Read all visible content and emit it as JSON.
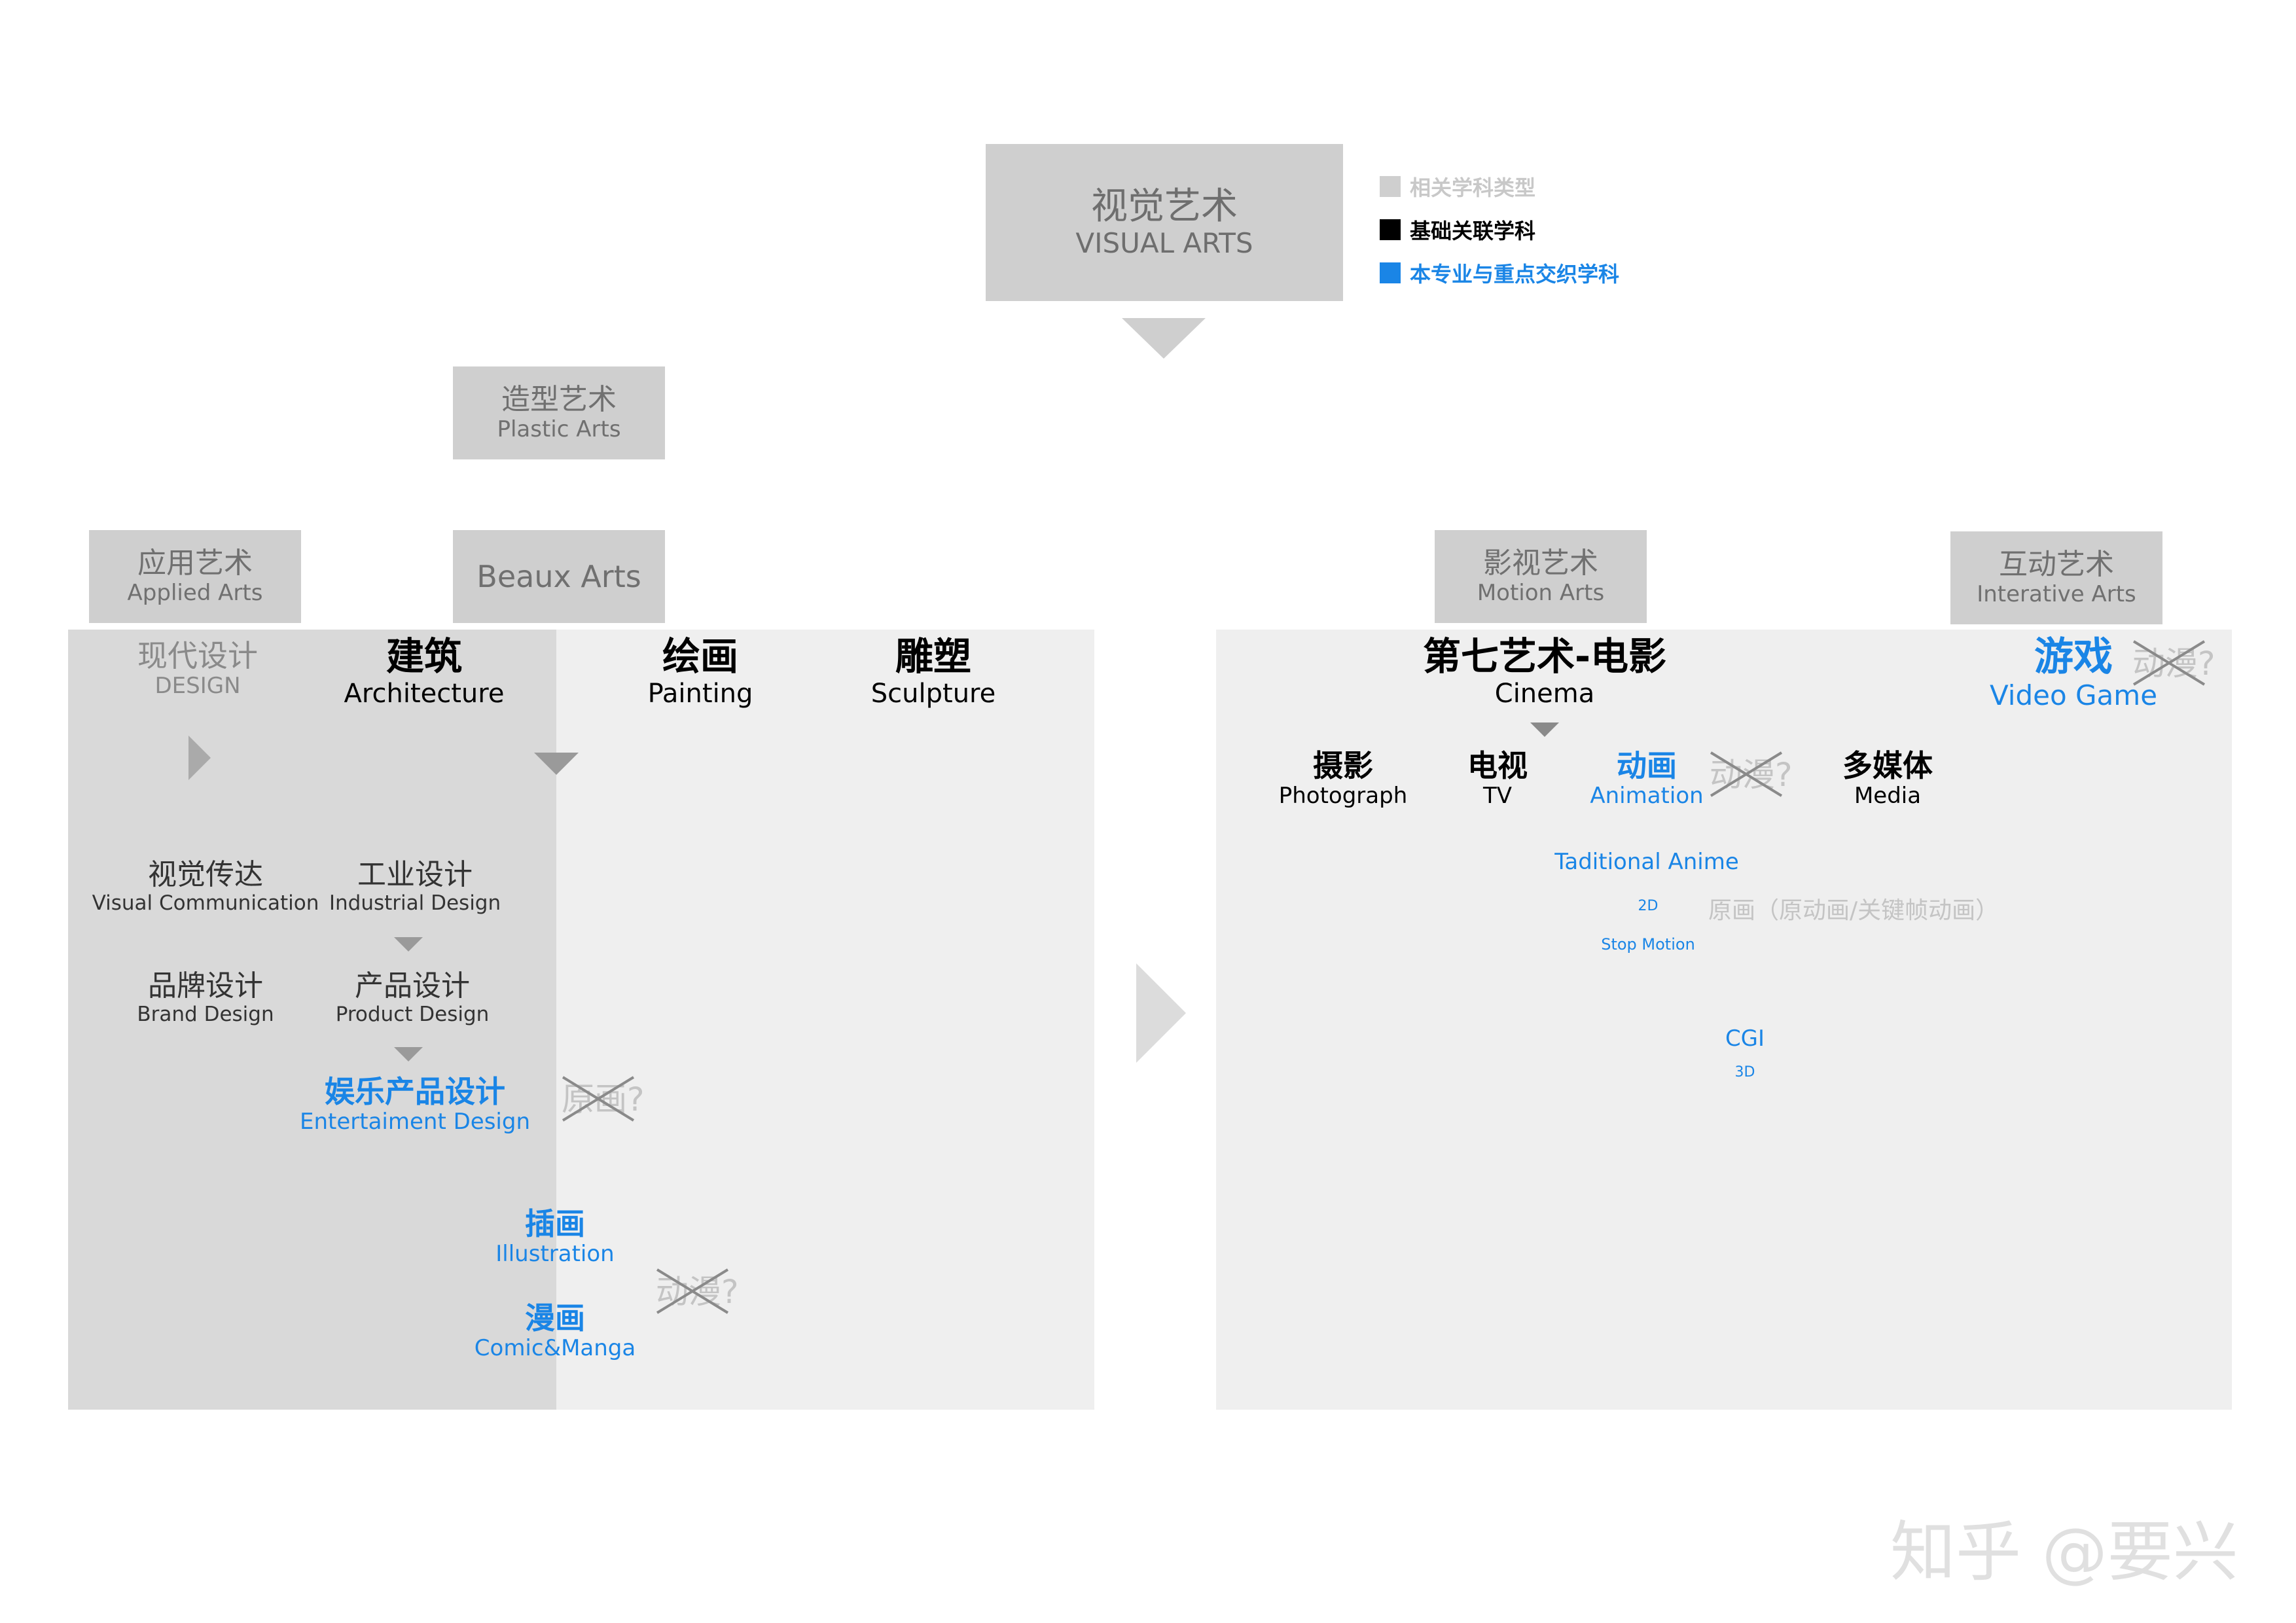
{
  "root": {
    "zh": "视觉艺术",
    "en": "VISUAL ARTS"
  },
  "legend": [
    {
      "label": "相关学科类型",
      "color": "#cfcfcf"
    },
    {
      "label": "基础关联学科",
      "color": "#000000"
    },
    {
      "label": "本专业与重点交织学科",
      "color": "#1a85e6"
    }
  ],
  "plastic": {
    "zh": "造型艺术",
    "en": "Plastic Arts"
  },
  "applied": {
    "zh": "应用艺术",
    "en": "Applied Arts"
  },
  "beaux": {
    "en": "Beaux Arts"
  },
  "motion": {
    "zh": "影视艺术",
    "en": "Motion Arts"
  },
  "interactive": {
    "zh": "互动艺术",
    "en": "Interative Arts"
  },
  "left": {
    "modern": {
      "zh": "现代设计",
      "en": "DESIGN"
    },
    "architecture": {
      "zh": "建筑",
      "en": "Architecture"
    },
    "painting": {
      "zh": "绘画",
      "en": "Painting"
    },
    "sculpture": {
      "zh": "雕塑",
      "en": "Sculpture"
    },
    "visual_comm": {
      "zh": "视觉传达",
      "en": "Visual Communication"
    },
    "industrial": {
      "zh": "工业设计",
      "en": "Industrial Design"
    },
    "brand": {
      "zh": "品牌设计",
      "en": "Brand Design"
    },
    "product": {
      "zh": "产品设计",
      "en": "Product Design"
    },
    "entertainment": {
      "zh": "娱乐产品设计",
      "en": "Entertaiment Design"
    },
    "yuanhua_q": {
      "text": "原画",
      "q": "?"
    },
    "illustration": {
      "zh": "插画",
      "en": "Illustration"
    },
    "comic": {
      "zh": "漫画",
      "en": "Comic&Manga"
    },
    "dongman_q": {
      "text": "动漫",
      "q": "?"
    }
  },
  "right": {
    "cinema": {
      "zh": "第七艺术-电影",
      "en": "Cinema"
    },
    "game": {
      "zh": "游戏",
      "en": "Video Game"
    },
    "game_dongman_q": {
      "text": "动漫",
      "q": "?"
    },
    "photo": {
      "zh": "摄影",
      "en": "Photograph"
    },
    "tv": {
      "zh": "电视",
      "en": "TV"
    },
    "animation": {
      "zh": "动画",
      "en": "Animation"
    },
    "anim_dongman_q": {
      "text": "动漫",
      "q": "?"
    },
    "media": {
      "zh": "多媒体",
      "en": "Media"
    },
    "traditional": "Taditional Anime",
    "twod": "2D",
    "yuanhua_note": "原画（原动画/关键帧动画）",
    "stop_motion": "Stop Motion",
    "cgi": "CGI",
    "threed": "3D"
  },
  "watermark": "知乎 @要兴"
}
